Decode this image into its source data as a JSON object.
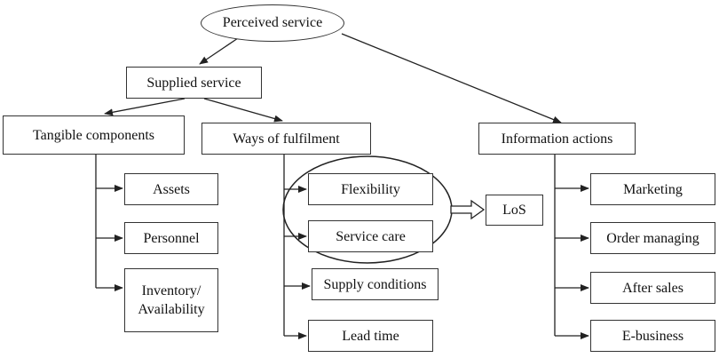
{
  "diagram": {
    "root": "Perceived service",
    "supplied": "Supplied service",
    "branches": {
      "tangible": {
        "label": "Tangible components",
        "items": [
          "Assets",
          "Personnel",
          "Inventory/",
          "Availability"
        ]
      },
      "fulfilment": {
        "label": "Ways of fulfilment",
        "items": [
          "Flexibility",
          "Service care",
          "Supply conditions",
          "Lead time"
        ]
      },
      "information": {
        "label": "Information actions",
        "items": [
          "Marketing",
          "Order managing",
          "After sales",
          "E-business"
        ]
      }
    },
    "los": "LoS"
  }
}
